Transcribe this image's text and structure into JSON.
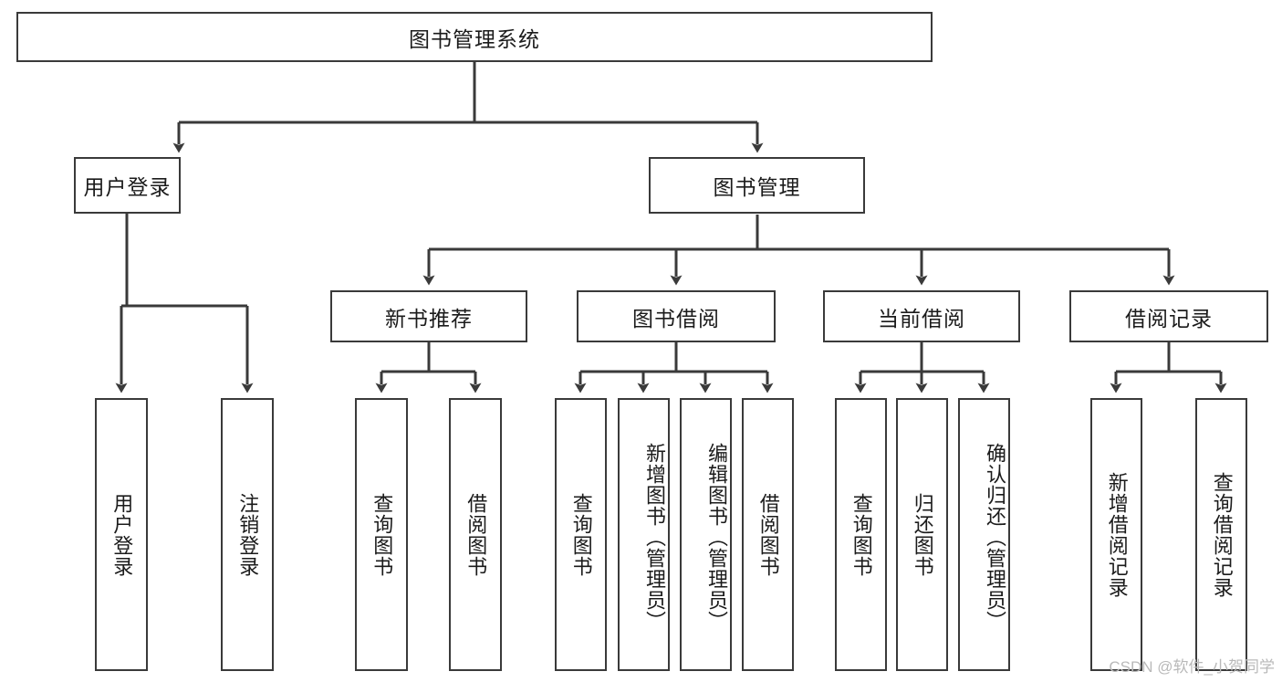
{
  "diagram": {
    "title": "图书管理系统",
    "watermark": "CSDN @软件_小贺同学",
    "style": {
      "box_border": "#3a3a3a",
      "box_fill": "#ffffff",
      "edge": "#3a3a3a",
      "text": "#1b1b1b",
      "watermark_color": "#b9b9b9"
    },
    "levels": {
      "root": {
        "label": "图书管理系统"
      },
      "level2": [
        {
          "label": "用户登录"
        },
        {
          "label": "图书管理"
        }
      ],
      "level3": [
        {
          "label": "新书推荐"
        },
        {
          "label": "图书借阅"
        },
        {
          "label": "当前借阅"
        },
        {
          "label": "借阅记录"
        }
      ],
      "leaves": [
        {
          "label": "用户登录"
        },
        {
          "label": "注销登录"
        },
        {
          "label": "查询图书"
        },
        {
          "label": "借阅图书"
        },
        {
          "label": "查询图书"
        },
        {
          "label": "新增图书（管理员）"
        },
        {
          "label": "编辑图书（管理员）"
        },
        {
          "label": "借阅图书"
        },
        {
          "label": "查询图书"
        },
        {
          "label": "归还图书"
        },
        {
          "label": "确认归还（管理员）"
        },
        {
          "label": "新增借阅记录"
        },
        {
          "label": "查询借阅记录"
        }
      ]
    },
    "hierarchy": {
      "图书管理系统": [
        "用户登录",
        "图书管理"
      ],
      "用户登录": [
        "用户登录",
        "注销登录"
      ],
      "图书管理": [
        "新书推荐",
        "图书借阅",
        "当前借阅",
        "借阅记录"
      ],
      "新书推荐": [
        "查询图书",
        "借阅图书"
      ],
      "图书借阅": [
        "查询图书",
        "新增图书（管理员）",
        "编辑图书（管理员）",
        "借阅图书"
      ],
      "当前借阅": [
        "查询图书",
        "归还图书",
        "确认归还（管理员）"
      ],
      "借阅记录": [
        "新增借阅记录",
        "查询借阅记录"
      ]
    }
  }
}
